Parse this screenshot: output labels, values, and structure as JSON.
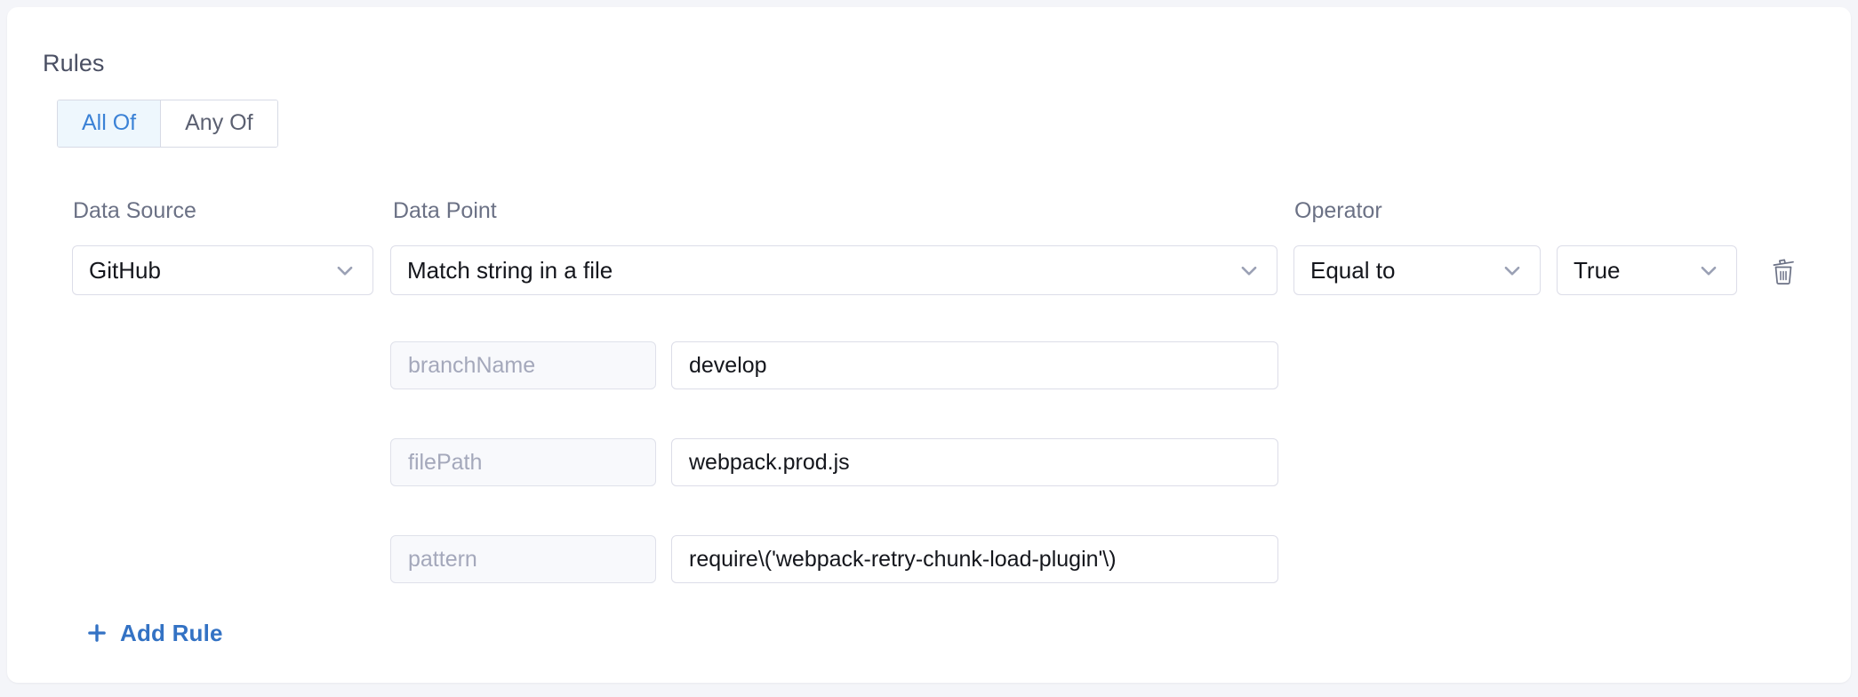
{
  "card": {
    "heading": "Rules"
  },
  "match_toggle": {
    "options": [
      {
        "label": "All Of",
        "selected": true
      },
      {
        "label": "Any Of",
        "selected": false
      }
    ],
    "selected_label": "All Of",
    "active_bg": "#eef7fd",
    "active_text": "#3b82d6"
  },
  "columns": {
    "data_source_label": "Data Source",
    "data_point_label": "Data Point",
    "operator_label": "Operator"
  },
  "rule": {
    "data_source": {
      "value": "GitHub",
      "icon": "chevron-down-icon"
    },
    "data_point": {
      "value": "Match string in a file",
      "icon": "chevron-down-icon"
    },
    "operator": {
      "value": "Equal to",
      "icon": "chevron-down-icon"
    },
    "expected_value": {
      "value": "True",
      "icon": "chevron-down-icon"
    },
    "delete": {
      "icon": "trash-icon"
    },
    "params": [
      {
        "key": "branchName",
        "value": "develop"
      },
      {
        "key": "filePath",
        "value": "webpack.prod.js"
      },
      {
        "key": "pattern",
        "value": "require\\('webpack-retry-chunk-load-plugin'\\)"
      }
    ]
  },
  "actions": {
    "add_rule_label": "Add Rule",
    "add_rule_icon": "plus-icon",
    "add_rule_color": "#3372c4"
  }
}
